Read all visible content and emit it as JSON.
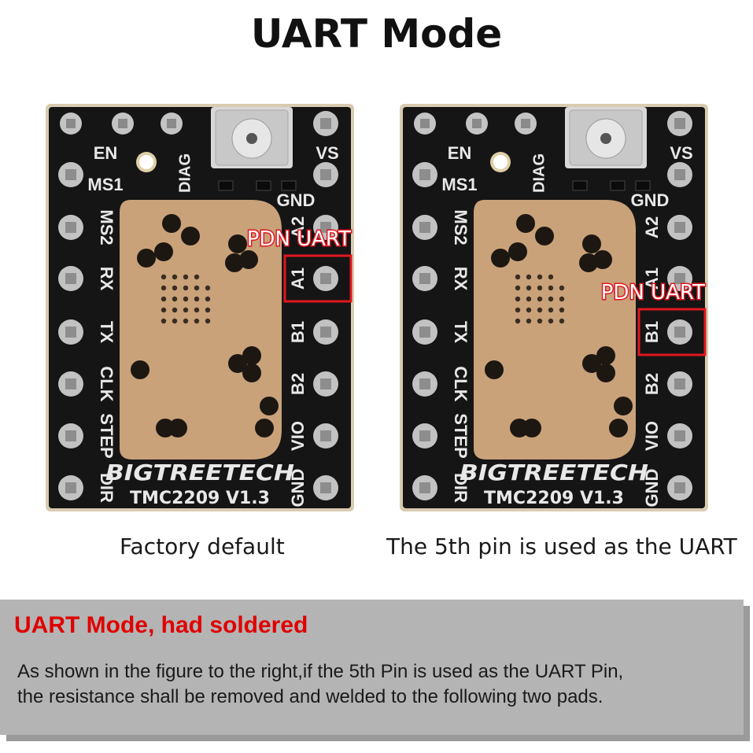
{
  "page": {
    "title": "UART Mode"
  },
  "boards": [
    {
      "id": "factory-default",
      "caption": "Factory default",
      "highlight_pin": "A1",
      "highlight_label": "PDN UART"
    },
    {
      "id": "fifth-pin-uart",
      "caption": "The 5th pin is used as the UART",
      "highlight_pin": "B1",
      "highlight_label": "PDN UART"
    }
  ],
  "board_labels": {
    "brand": "BIGTREETECH",
    "model": "TMC2209 V1.3",
    "left_pins": [
      "EN",
      "MS1",
      "MS2",
      "RX",
      "TX",
      "CLK",
      "STEP",
      "DIR"
    ],
    "right_pins": [
      "VS",
      "GND",
      "A2",
      "A1",
      "B1",
      "B2",
      "VIO",
      "GND"
    ],
    "diag": "DIAG"
  },
  "note": {
    "title": "UART Mode, had soldered",
    "line1": "As shown in the figure to the right,if the 5th Pin is used as the UART Pin,",
    "line2": "the resistance shall be removed and welded to the following two pads."
  },
  "colors": {
    "pcb": "#151515",
    "copper": "#c9a27a",
    "highlight": "#e0161e",
    "note_bg": "#b4b4b4",
    "note_title": "#e00000"
  }
}
